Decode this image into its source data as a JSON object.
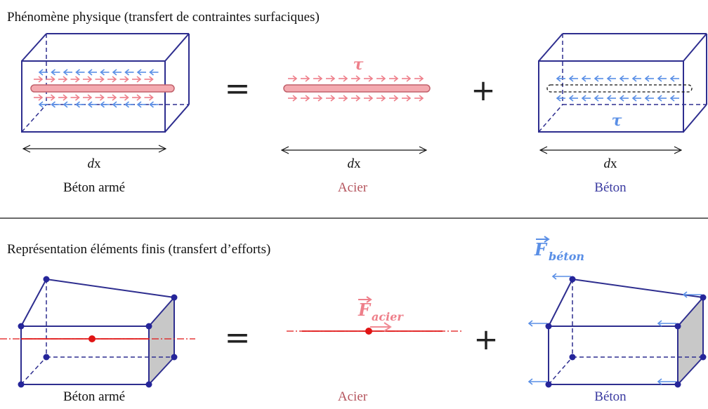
{
  "section1": {
    "title": "Phénomène physique (transfert de contraintes surfaciques)"
  },
  "section2": {
    "title": "Représentation éléments finis (transfert d’efforts)"
  },
  "labels": {
    "beton_arme": "Béton armé",
    "acier": "Acier",
    "beton": "Béton",
    "dx_d": "d",
    "dx_x": "x",
    "tau": "τ",
    "equals": "=",
    "plus": "+",
    "F": "F",
    "sub_acier": "acier",
    "sub_beton": "béton"
  },
  "colors": {
    "box": "#2e2e8f",
    "steel": "#c0606a",
    "steel_fill": "#f4aab0",
    "arrow_pink": "#ee7f8a",
    "arrow_blue": "#5a8fe6",
    "beton_text": "#3a3aa0",
    "acier_text": "#b5555e",
    "red_line": "#e01414",
    "node": "#25259a",
    "face": "#c8c8c8"
  }
}
